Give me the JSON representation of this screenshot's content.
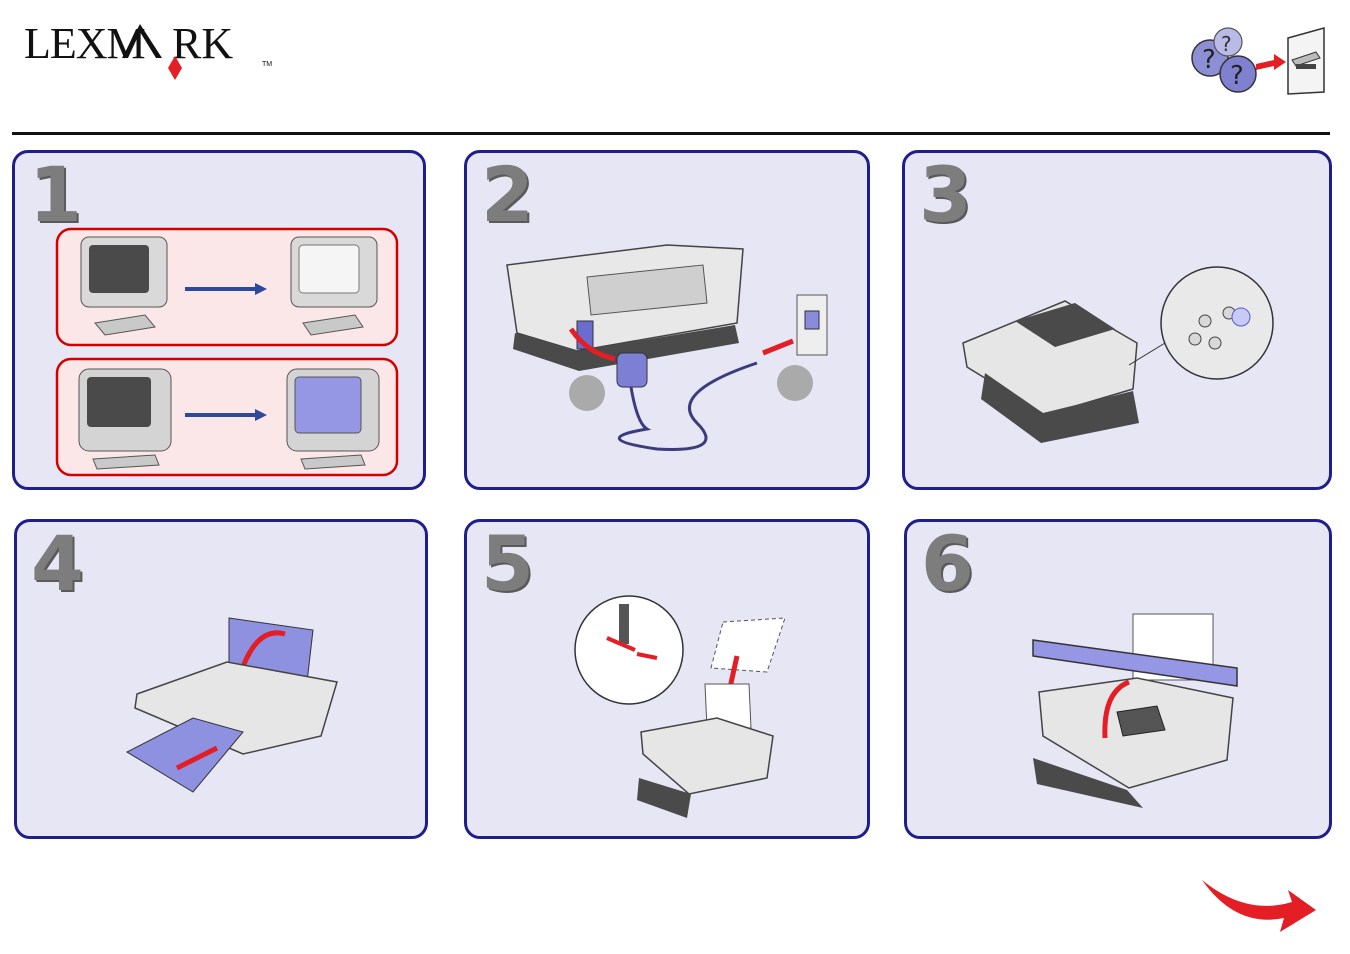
{
  "brand": {
    "name": "LEXMARK",
    "trademark": "TM",
    "accent_color": "#e31e24"
  },
  "colors": {
    "panel_border": "#1f1f8c",
    "panel_fill": "#e6e6f5",
    "arrow_red": "#e31e24",
    "tray_blue": "#8c8ce0"
  },
  "help": {
    "icon": "help-manual-icon"
  },
  "steps": [
    {
      "number": "1"
    },
    {
      "number": "2"
    },
    {
      "number": "3"
    },
    {
      "number": "4"
    },
    {
      "number": "5"
    },
    {
      "number": "6"
    }
  ],
  "navigation": {
    "next_icon": "next-page-arrow-icon"
  }
}
